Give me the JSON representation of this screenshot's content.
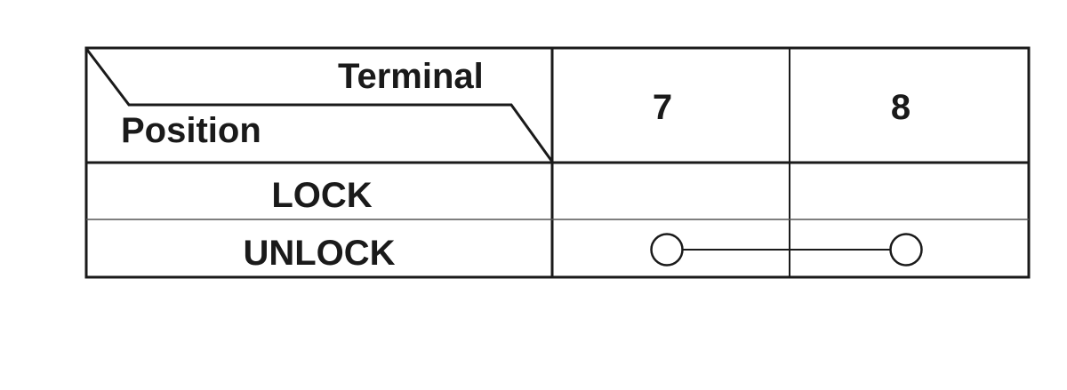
{
  "header": {
    "terminal_label": "Terminal",
    "position_label": "Position",
    "columns": [
      "7",
      "8"
    ]
  },
  "rows": [
    {
      "position": "LOCK",
      "connections": []
    },
    {
      "position": "UNLOCK",
      "connections": [
        [
          "7",
          "8"
        ]
      ]
    }
  ]
}
